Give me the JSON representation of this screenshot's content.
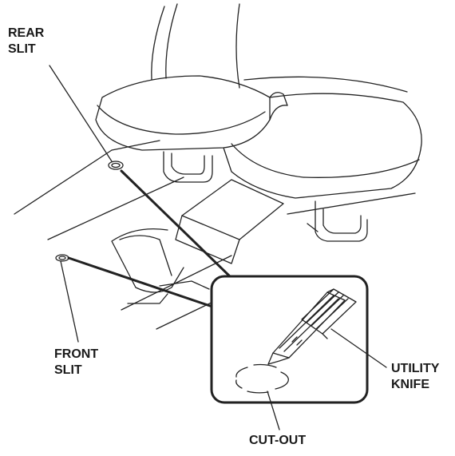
{
  "labels": {
    "rear_slit": "REAR\nSLIT",
    "front_slit": "FRONT\nSLIT",
    "utility_knife": "UTILITY\nKNIFE",
    "cut_out": "CUT-OUT"
  },
  "colors": {
    "line": "#222222",
    "background": "#ffffff"
  }
}
